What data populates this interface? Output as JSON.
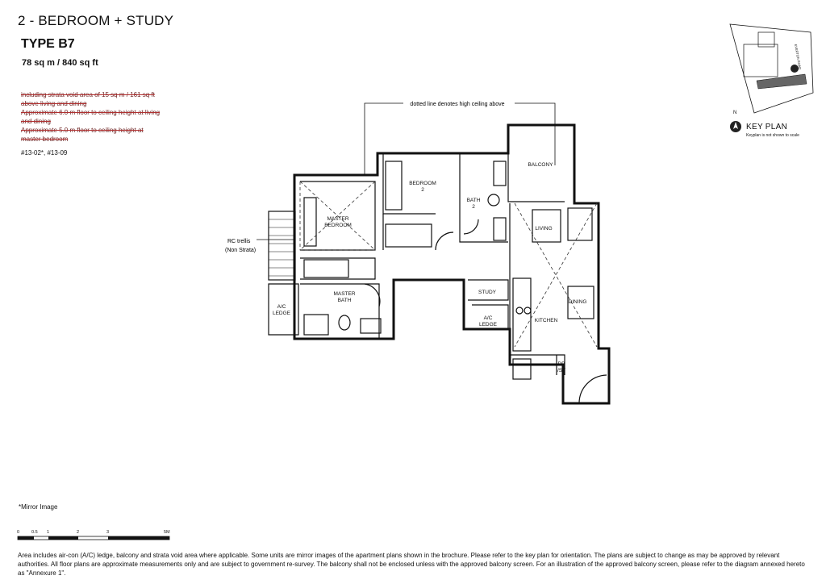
{
  "header": {
    "title": "2 - BEDROOM + STUDY",
    "type": "TYPE B7",
    "area": "78 sq m / 840 sq ft"
  },
  "notes": [
    "including strata void area of 15 sq m / 161 sq ft above living and dining",
    "Approximate 6.0 m floor to ceiling height at living and dining",
    "Approximate 5.0 m floor to ceiling height at master bedroom"
  ],
  "units": "#13-02*, #13-09",
  "plan": {
    "dotted_note": "dotted line denotes high ceiling above",
    "trellis_line1": "RC trellis",
    "trellis_line2": "(Non Strata)",
    "rooms": {
      "balcony": "BALCONY",
      "bedroom2_line1": "BEDROOM",
      "bedroom2_line2": "2",
      "bath2_line1": "BATH",
      "bath2_line2": "2",
      "master_bedroom_line1": "MASTER",
      "master_bedroom_line2": "BEDROOM",
      "living": "LIVING",
      "dining": "DINING",
      "kitchen": "KITCHEN",
      "study": "STUDY",
      "ac_ledge_left_line1": "A/C",
      "ac_ledge_left_line2": "LEDGE",
      "ac_ledge_right_line1": "A/C",
      "ac_ledge_right_line2": "LEDGE",
      "master_bath_line1": "MASTER",
      "master_bath_line2": "BATH",
      "db_line1": "DB",
      "db_line2": "/ST"
    }
  },
  "keyplan": {
    "label": "KEY PLAN",
    "note": "Keyplan is not shown to scale",
    "north": "N",
    "road": "EVERTON ROAD"
  },
  "scale": {
    "ticks": [
      "0",
      "0.5",
      "1",
      "2",
      "3",
      "5M"
    ]
  },
  "mirror_note": "*Mirror Image",
  "footer": "Area includes air-con (A/C) ledge, balcony and strata void area where applicable. Some units are mirror images of the apartment plans shown in the brochure. Please refer to the key plan for orientation. The plans are subject to change as may be approved by relevant authorities. All floor plans are approximate measurements only and are subject to government re-survey. The balcony shall not be enclosed unless with the approved balcony screen. For an illustration of the approved balcony screen, please refer to the diagram annexed hereto as \"Annexure 1\".",
  "colors": {
    "ink": "#111111",
    "strike": "#b03030"
  }
}
